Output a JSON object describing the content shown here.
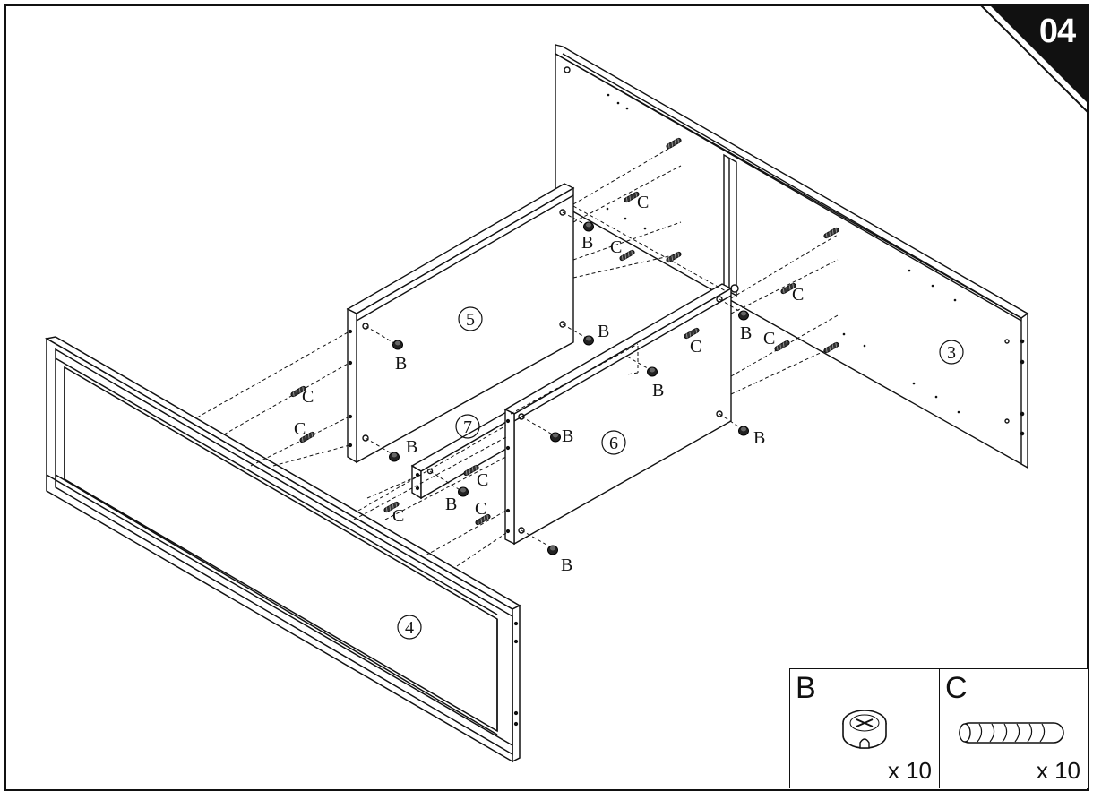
{
  "step": {
    "number": "04"
  },
  "panels": [
    {
      "id": "3",
      "label": "3"
    },
    {
      "id": "4",
      "label": "4"
    },
    {
      "id": "5",
      "label": "5"
    },
    {
      "id": "6",
      "label": "6"
    },
    {
      "id": "7",
      "label": "7"
    }
  ],
  "hardware_callouts": {
    "cam_lock": "B",
    "dowel": "C"
  },
  "legend": [
    {
      "letter": "B",
      "quantity": "x 10",
      "icon": "cam-lock-icon"
    },
    {
      "letter": "C",
      "quantity": "x 10",
      "icon": "wood-dowel-icon"
    }
  ],
  "colors": {
    "line": "#111111",
    "background": "#ffffff",
    "corner": "#111111"
  }
}
